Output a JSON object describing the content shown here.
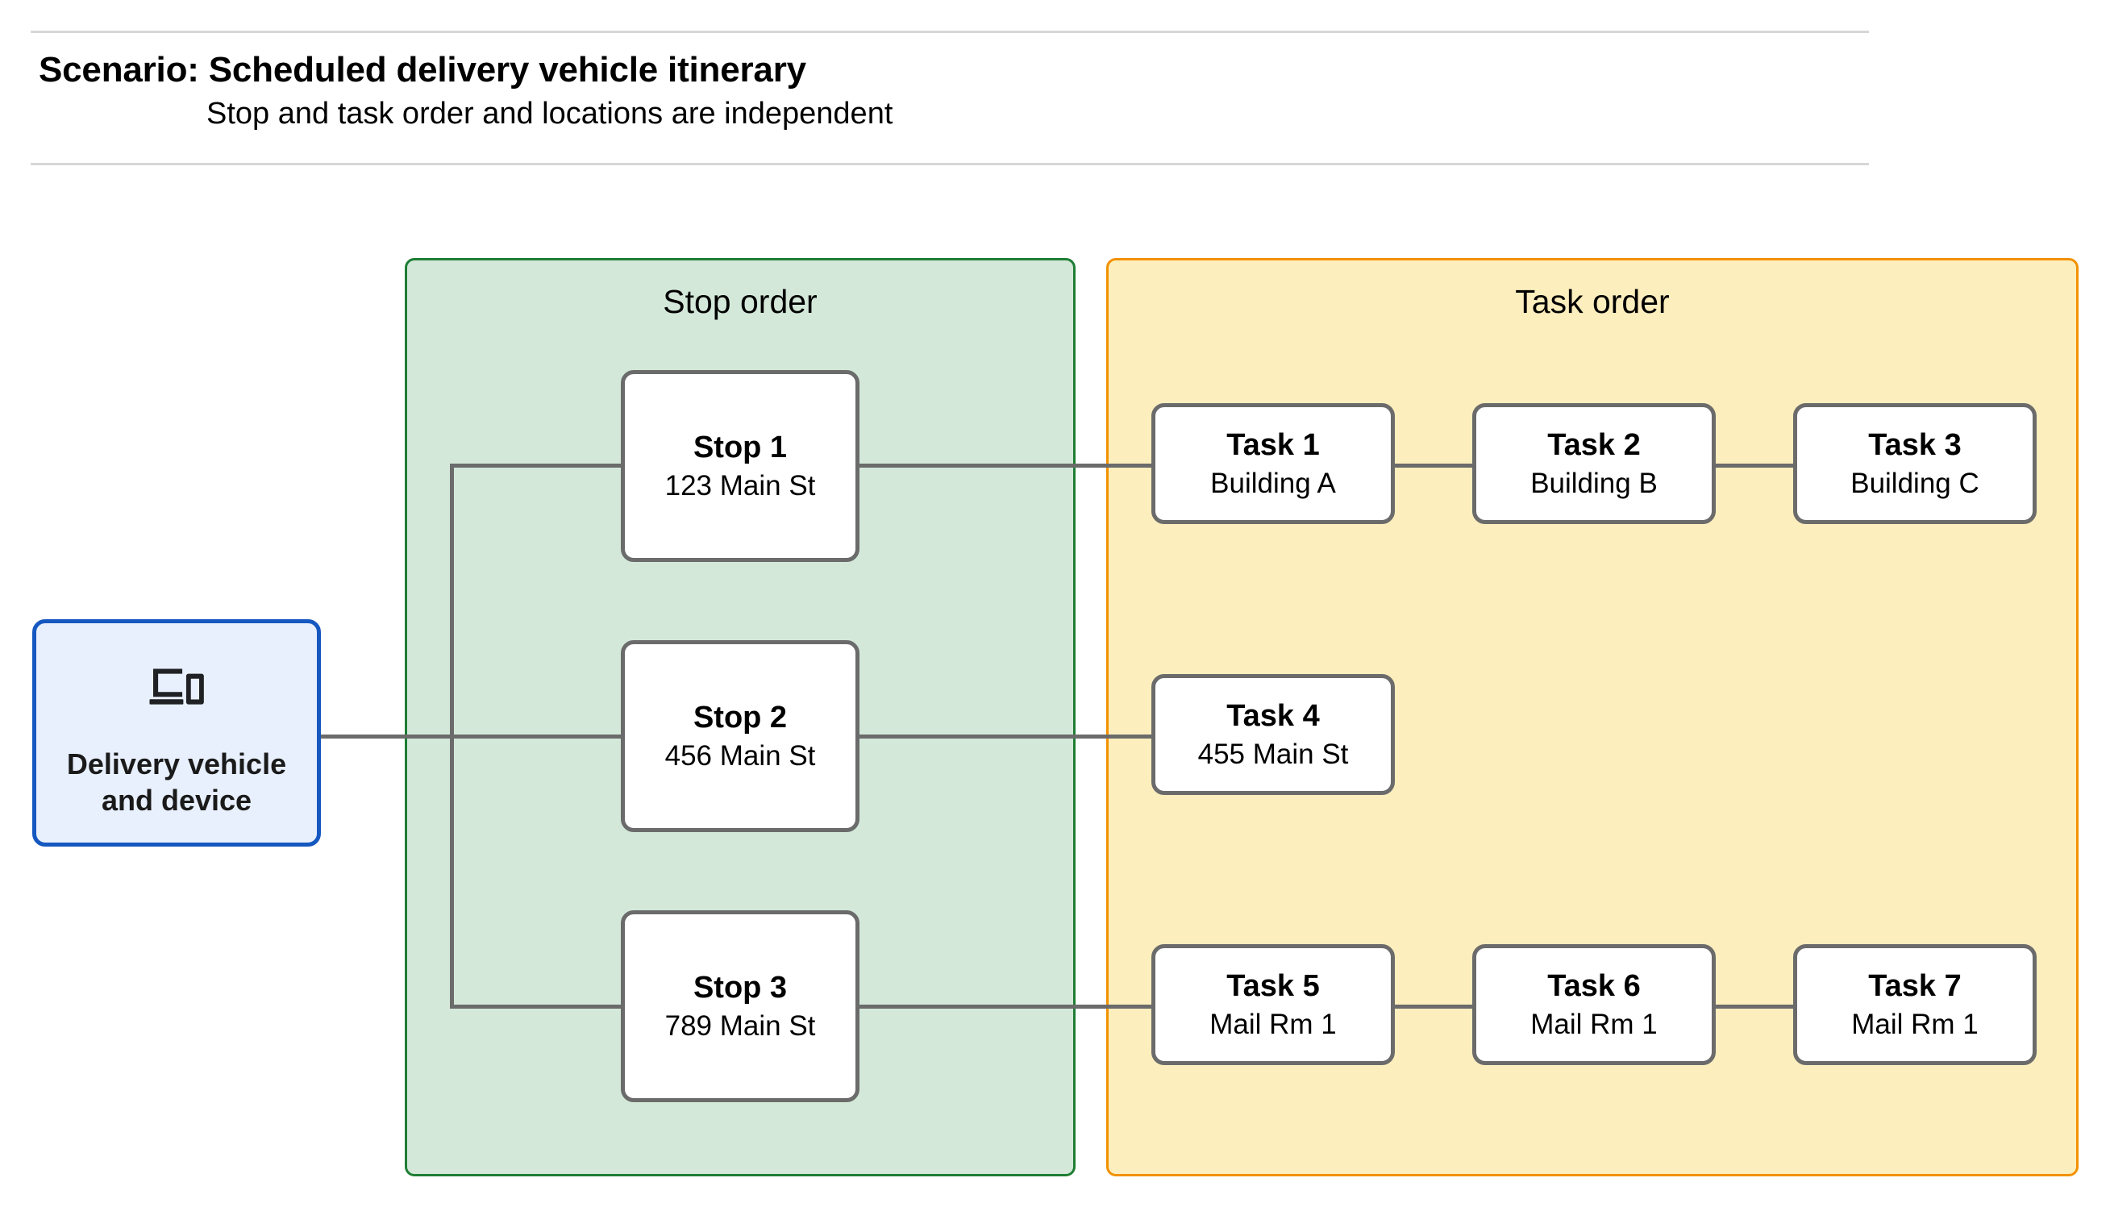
{
  "header": {
    "title": "Scenario: Scheduled delivery vehicle itinerary",
    "subtitle": "Stop and task order and locations are independent"
  },
  "vehicle": {
    "icon": "devices-icon",
    "label": "Delivery vehicle\nand device"
  },
  "panels": {
    "stop": {
      "title": "Stop order",
      "fill": "#d3e8d9",
      "border": "#1e7e34"
    },
    "task": {
      "title": "Task order",
      "fill": "#fdeebd",
      "border": "#f29100"
    }
  },
  "stops": [
    {
      "name": "Stop 1",
      "location": "123 Main St"
    },
    {
      "name": "Stop 2",
      "location": "456 Main St"
    },
    {
      "name": "Stop 3",
      "location": "789 Main St"
    }
  ],
  "tasks": [
    {
      "name": "Task 1",
      "location": "Building A"
    },
    {
      "name": "Task 2",
      "location": "Building B"
    },
    {
      "name": "Task 3",
      "location": "Building C"
    },
    {
      "name": "Task 4",
      "location": "455 Main St"
    },
    {
      "name": "Task 5",
      "location": "Mail Rm 1"
    },
    {
      "name": "Task 6",
      "location": "Mail Rm 1"
    },
    {
      "name": "Task 7",
      "location": "Mail Rm 1"
    }
  ],
  "colors": {
    "connector": "#6b6b6b",
    "vehicle_fill": "#e8f0fe",
    "vehicle_border": "#1558c0",
    "rule": "#d7d7d7"
  }
}
